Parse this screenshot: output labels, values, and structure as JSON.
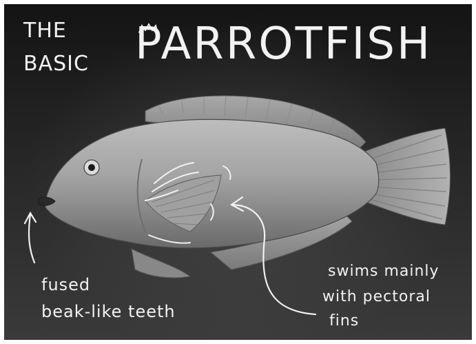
{
  "title": {
    "line1": "THE",
    "line2": "BASIC",
    "main": "PARROTFISH"
  },
  "annotations": {
    "teeth": {
      "line1": "fused",
      "line2": "beak-like teeth"
    },
    "fins": {
      "line1": "swims mainly",
      "line2": "with pectoral",
      "line3": "fins"
    }
  },
  "colors": {
    "background": "#1c1c1c",
    "chalk": "#f2f2f2",
    "fish_body": "#9a9a9a",
    "border": "#ffffff"
  },
  "icons": [
    "crown-doodle-icon",
    "arrow-up-icon",
    "arrow-left-icon"
  ]
}
